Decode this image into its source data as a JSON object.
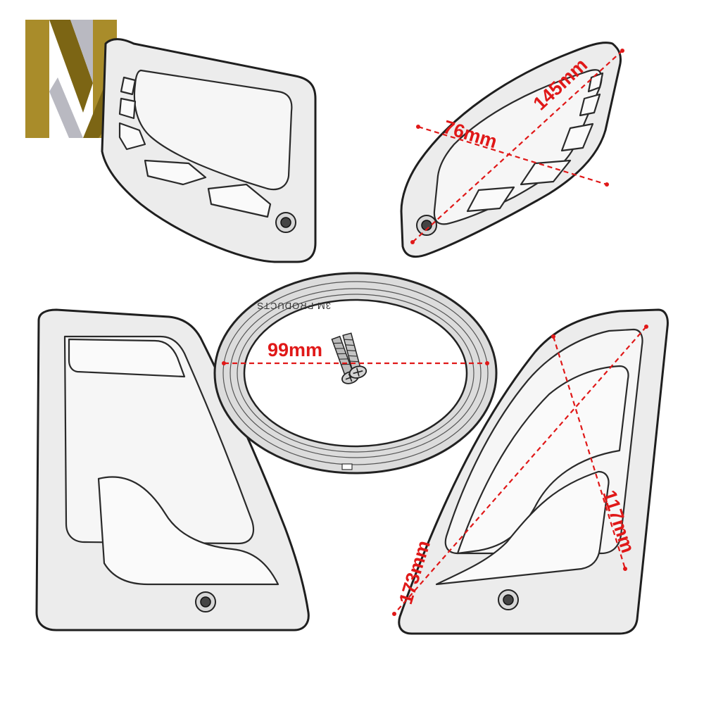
{
  "image": {
    "brand_logo": {
      "letter": "M",
      "colors": {
        "gold": "#a98c2a",
        "silver": "#b9b9c1",
        "dark_gold": "#7c6514"
      }
    },
    "tape_label": "3M PRODUCTS",
    "dimensions": {
      "top_right_length": "145mm",
      "top_right_width": "76mm",
      "tape_diameter": "99mm",
      "bottom_right_length": "173mm",
      "bottom_right_width": "117mm"
    },
    "colors": {
      "dimension": "#e01818",
      "outline": "#1f1f1f",
      "part_fill": "#ececec"
    }
  }
}
